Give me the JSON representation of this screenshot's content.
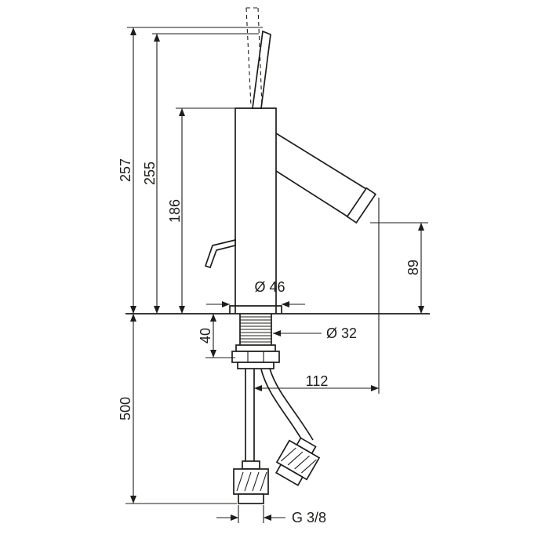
{
  "figure": {
    "description": "Technical dimension drawing of a single-lever basin mixer tap, side view, with flexible supply hoses",
    "background": "#ffffff",
    "line_color": "#1d1d1b"
  },
  "dimensions": {
    "d257": "257",
    "d255": "255",
    "d186": "186",
    "d89": "89",
    "d500": "500",
    "d40": "40",
    "dia46": "Ø 46",
    "dia32": "Ø 32",
    "d112": "112",
    "thread": "G 3/8"
  }
}
